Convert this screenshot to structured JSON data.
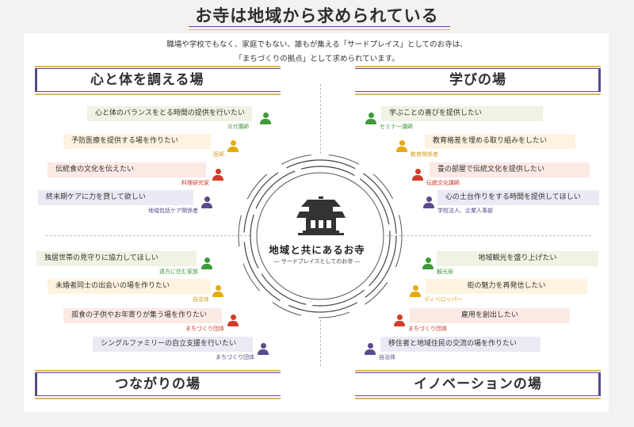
{
  "title": "お寺は地域から求められている",
  "intro": {
    "line1": "職場や学校でもなく、家庭でもない、誰もが集える「サードプレイス」としてのお寺は、",
    "line2": "「まちづくりの拠点」として求められています。"
  },
  "center": {
    "icon": "temple-icon",
    "name": "地域と共にあるお寺",
    "subtitle": "― サードプレイスとしてのお寺 ―"
  },
  "colors": {
    "green": "#3e9a3a",
    "yellow": "#e4aa12",
    "red": "#d23c27",
    "purple": "#5b4a8c",
    "gold": "#e0b85a"
  },
  "quadrants": {
    "top_left": {
      "label": "心と体を調える場",
      "items": [
        {
          "text": "心と体のバランスをとる時間の提供を行いたい",
          "role": "ヨガ講師",
          "color": "green"
        },
        {
          "text": "予防医療を提供する場を作りたい",
          "role": "医師",
          "color": "yellow"
        },
        {
          "text": "伝統食の文化を伝えたい",
          "role": "料理研究家",
          "color": "red"
        },
        {
          "text": "終末期ケアに力を貸して欲しい",
          "role": "地域包括ケア関係者",
          "color": "purple"
        }
      ]
    },
    "top_right": {
      "label": "学びの場",
      "items": [
        {
          "text": "学ぶことの喜びを提供したい",
          "role": "セミナー講師",
          "color": "green"
        },
        {
          "text": "教育格差を埋める取り組みをしたい",
          "role": "教育関係者",
          "color": "yellow"
        },
        {
          "text": "畳の部屋で伝統文化を提供したい",
          "role": "伝統文化講師",
          "color": "red"
        },
        {
          "text": "心の土台作りをする時間を提供してほしい",
          "role": "学校法人、企業人事部",
          "color": "purple"
        }
      ]
    },
    "bottom_left": {
      "label": "つながりの場",
      "items": [
        {
          "text": "独居世帯の見守りに協力してほしい",
          "role": "遠方に住む家族",
          "color": "green"
        },
        {
          "text": "未婚者同士の出会いの場を作りたい",
          "role": "自治体",
          "color": "yellow"
        },
        {
          "text": "孤食の子供やお年寄りが集う場を作りたい",
          "role": "まちづくり団体",
          "color": "red"
        },
        {
          "text": "シングルファミリーの自立支援を行いたい",
          "role": "まちづくり団体",
          "color": "purple"
        }
      ]
    },
    "bottom_right": {
      "label": "イノベーションの場",
      "items": [
        {
          "text": "地域観光を盛り上げたい",
          "role": "観光局",
          "color": "green"
        },
        {
          "text": "街の魅力を再発信したい",
          "role": "ディベロッパー",
          "color": "yellow"
        },
        {
          "text": "雇用を創出したい",
          "role": "まちづくり団体",
          "color": "red"
        },
        {
          "text": "移住者と地域住民の交流の場を作りたい",
          "role": "自治体",
          "color": "purple"
        }
      ]
    }
  }
}
